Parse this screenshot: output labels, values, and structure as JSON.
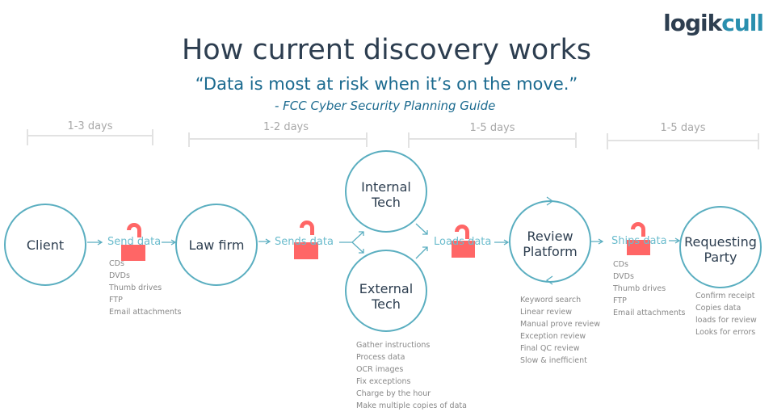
{
  "title": "How current discovery works",
  "quote": "“Data is most at risk when it’s on the move.”",
  "source": "- FCC Cyber Security Planning Guide",
  "logo": {
    "main": "logik",
    "accent": "cull"
  },
  "colors": {
    "accent": "#5aaec0",
    "lock": "#ff6666",
    "text": "#2d3e50"
  },
  "durations": [
    "1-3 days",
    "1-2 days",
    "1-5 days",
    "1-5 days"
  ],
  "nodes": {
    "client": "Client",
    "law_firm": "Law firm",
    "internal": [
      "Internal",
      "Tech"
    ],
    "external": [
      "External",
      "Tech"
    ],
    "review": [
      "Review",
      "Platform"
    ],
    "requesting": [
      "Requesting",
      "Party"
    ]
  },
  "actions": [
    "Send data",
    "Sends data",
    "Loads data",
    "Ships data"
  ],
  "lists": {
    "send": [
      "CDs",
      "DVDs",
      "Thumb drives",
      "FTP",
      "Email attachments"
    ],
    "tech": [
      "Gather instructions",
      "Process data",
      "OCR images",
      "Fix exceptions",
      "Charge by the hour",
      "Make multiple copies of data"
    ],
    "review": [
      "Keyword search",
      "Linear review",
      "Manual prove review",
      "Exception review",
      "Final QC review",
      "Slow & inefficient"
    ],
    "ships": [
      "CDs",
      "DVDs",
      "Thumb drives",
      "FTP",
      "Email attachments"
    ],
    "party": [
      "Confirm receipt",
      "Copies data",
      "loads for review",
      "Looks for errors"
    ]
  },
  "icons": [
    "unlocked-padlock-icon",
    "arrow-icon",
    "cycle-arrow-icon"
  ]
}
